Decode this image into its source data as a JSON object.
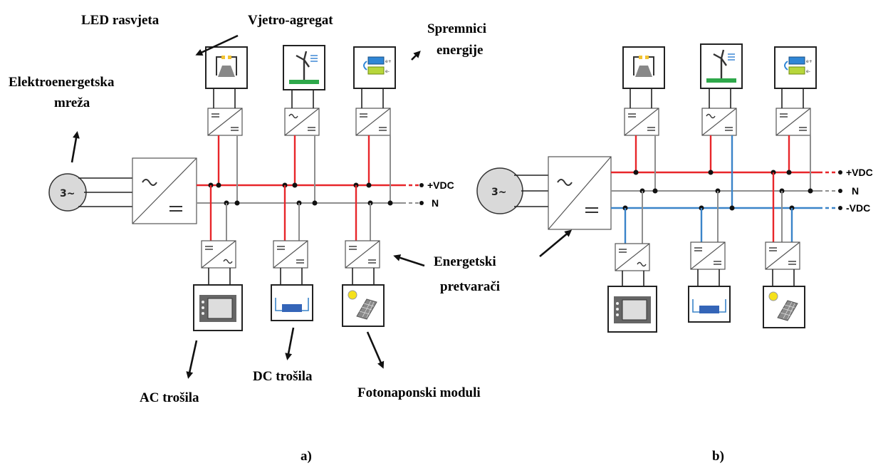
{
  "labels": {
    "led": "LED rasvjeta",
    "wind": "Vjetro-agregat",
    "storage_line1": "Spremnici",
    "storage_line2": "energije",
    "grid_line1": "Elektroenergetska",
    "grid_line2": "mreža",
    "converters_line1": "Energetski",
    "converters_line2": "pretvarači",
    "ac_loads": "AC trošila",
    "dc_loads": "DC trošila",
    "pv": "Fotonaponski moduli",
    "caption_a": "a)",
    "caption_b": "b)"
  },
  "buses": {
    "plus": "+VDC",
    "neutral": "N",
    "minus": "-VDC"
  },
  "grid_symbol": "3~",
  "colors": {
    "positive_bus": "#e8262a",
    "neutral_bus": "#8e8e8e",
    "negative_bus": "#3a84c9"
  },
  "icons": [
    "led-lamp-icon",
    "wind-turbine-icon",
    "battery-storage-icon",
    "grid-generator-icon",
    "microwave-icon",
    "dc-load-icon",
    "solar-panel-icon"
  ]
}
